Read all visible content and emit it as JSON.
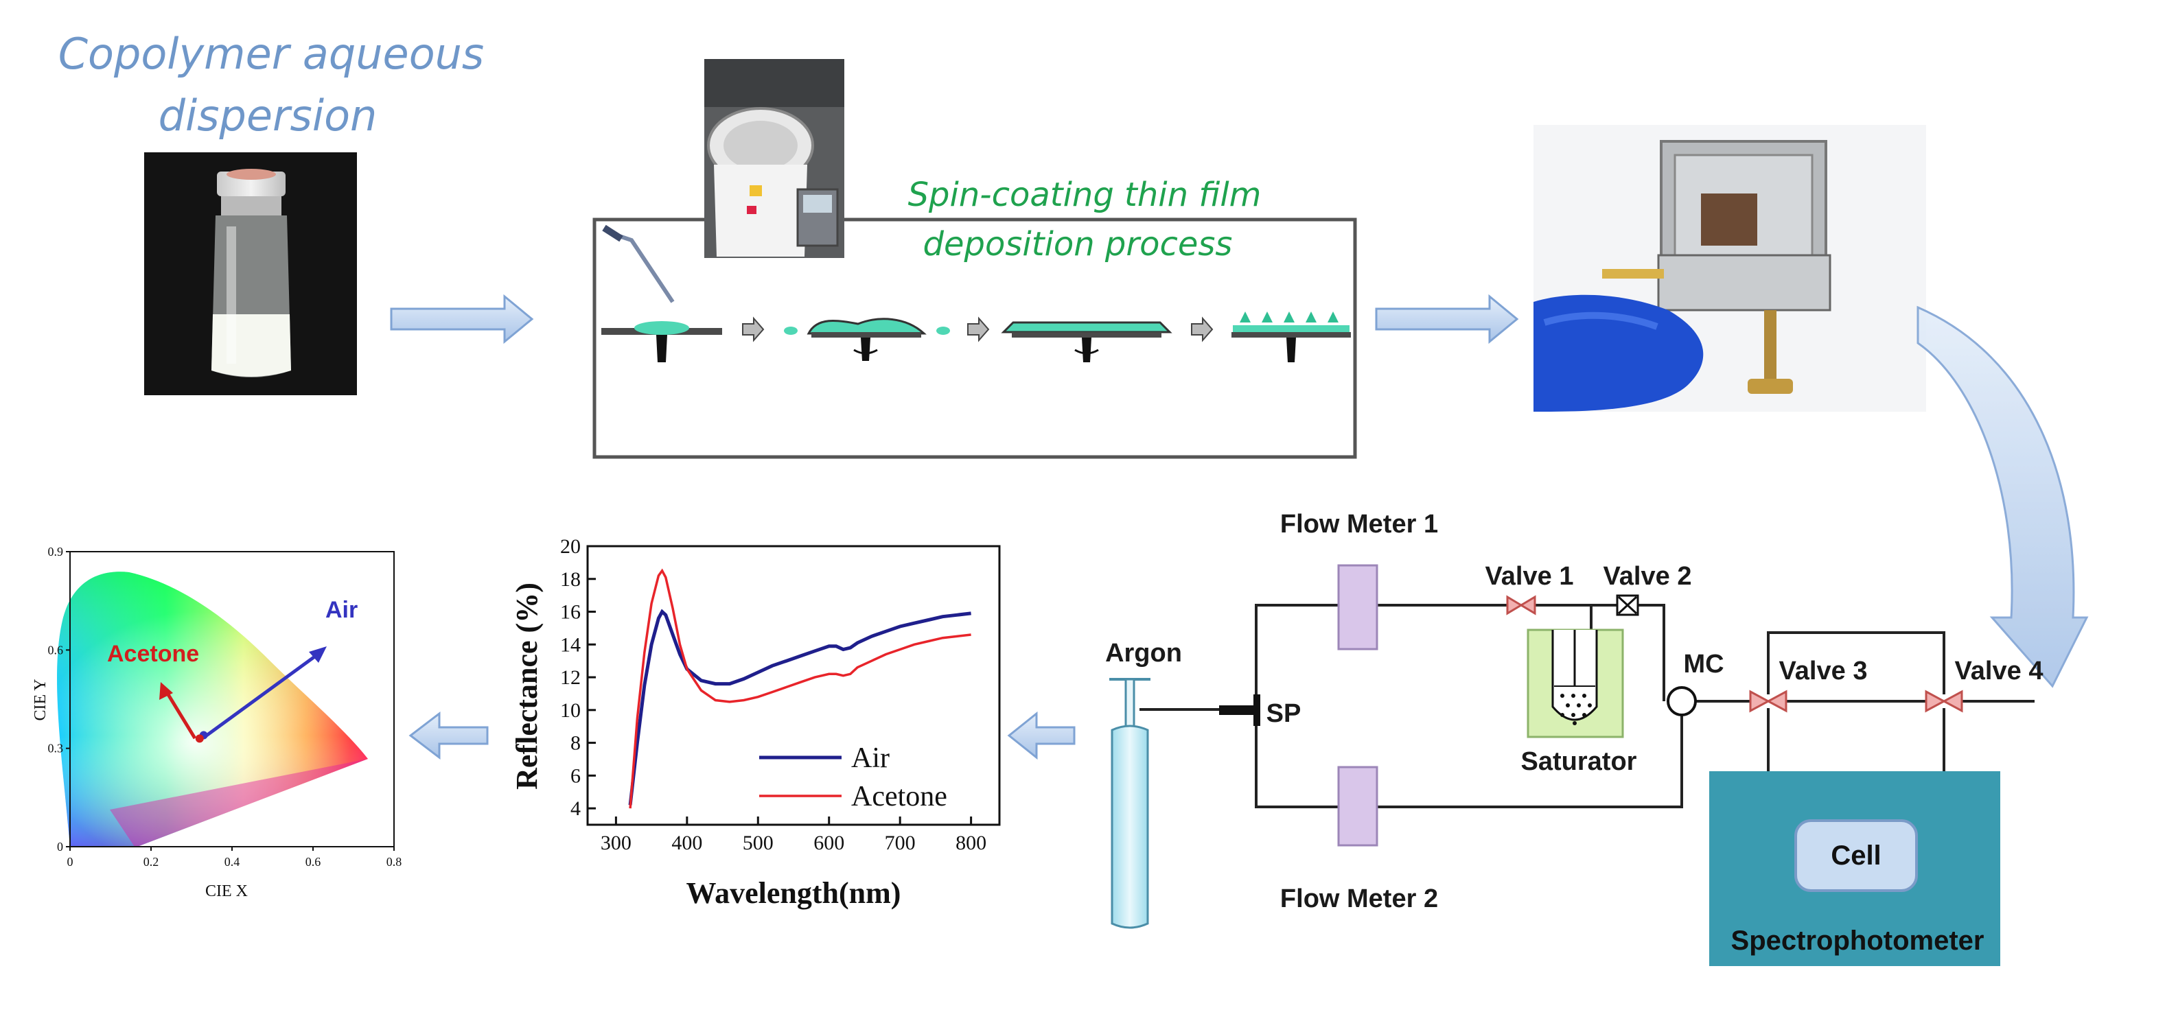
{
  "titles": {
    "dispersion_line1": "Copolymer aqueous",
    "dispersion_line2": "dispersion",
    "spin_line1": "Spin-coating thin film",
    "spin_line2": "deposition process"
  },
  "setup": {
    "flow_meter_1": "Flow Meter 1",
    "flow_meter_2": "Flow Meter 2",
    "valve_1": "Valve 1",
    "valve_2": "Valve 2",
    "valve_3": "Valve 3",
    "valve_4": "Valve 4",
    "argon": "Argon",
    "sp": "SP",
    "mc": "MC",
    "saturator": "Saturator",
    "cell": "Cell",
    "spectrophotometer": "Spectrophotometer"
  },
  "colors": {
    "arrow_fill": "#c5d8f0",
    "arrow_stroke": "#7fa3d4",
    "air": "#1f1f8c",
    "acetone": "#e8242a",
    "spectro": "#3a9bb0",
    "cell": "#c9dcf2",
    "flow_meter": "#d9c6ea",
    "saturator": "#d8f0b4"
  },
  "chart_data": [
    {
      "type": "line",
      "title": "",
      "xlabel": "Wavelength(nm)",
      "ylabel": "Reflectance (%)",
      "xlim": [
        260,
        840
      ],
      "ylim": [
        3,
        20
      ],
      "xticks": [
        300,
        400,
        500,
        600,
        700,
        800
      ],
      "yticks": [
        4,
        6,
        8,
        10,
        12,
        14,
        16,
        18,
        20
      ],
      "legend": "bottom-right",
      "series": [
        {
          "name": "Air",
          "color": "#1f1f8c",
          "x": [
            320,
            330,
            340,
            350,
            360,
            365,
            370,
            380,
            390,
            400,
            420,
            440,
            460,
            480,
            500,
            520,
            540,
            560,
            580,
            600,
            610,
            620,
            630,
            640,
            660,
            680,
            700,
            720,
            740,
            760,
            780,
            800
          ],
          "y": [
            4.2,
            8.0,
            11.5,
            14.0,
            15.6,
            16.0,
            15.8,
            14.6,
            13.4,
            12.5,
            11.8,
            11.6,
            11.6,
            11.9,
            12.3,
            12.7,
            13.0,
            13.3,
            13.6,
            13.9,
            13.9,
            13.7,
            13.8,
            14.1,
            14.5,
            14.8,
            15.1,
            15.3,
            15.5,
            15.7,
            15.8,
            15.9
          ]
        },
        {
          "name": "Acetone",
          "color": "#e8242a",
          "x": [
            320,
            330,
            340,
            350,
            360,
            365,
            370,
            380,
            390,
            400,
            420,
            440,
            460,
            480,
            500,
            520,
            540,
            560,
            580,
            600,
            610,
            620,
            630,
            640,
            660,
            680,
            700,
            720,
            740,
            760,
            780,
            800
          ],
          "y": [
            4.0,
            9.5,
            13.5,
            16.5,
            18.2,
            18.5,
            18.1,
            16.2,
            14.0,
            12.5,
            11.2,
            10.6,
            10.5,
            10.6,
            10.8,
            11.1,
            11.4,
            11.7,
            12.0,
            12.2,
            12.2,
            12.1,
            12.2,
            12.6,
            13.0,
            13.4,
            13.7,
            14.0,
            14.2,
            14.4,
            14.5,
            14.6
          ]
        }
      ]
    },
    {
      "type": "scatter",
      "title": "",
      "xlabel": "CIE X",
      "ylabel": "CIE Y",
      "xlim": [
        0,
        0.8
      ],
      "ylim": [
        0,
        0.9
      ],
      "xticks": [
        "0",
        "0.2",
        "0.4",
        "0.6",
        "0.8"
      ],
      "yticks": [
        "0",
        "0.3",
        "0.6",
        "0.9"
      ],
      "xtick_values": [
        0,
        0.2,
        0.4,
        0.6,
        0.8
      ],
      "ytick_values": [
        0,
        0.3,
        0.6,
        0.9
      ],
      "series": [
        {
          "name": "Air",
          "color": "#3434c0",
          "x": [
            0.33
          ],
          "y": [
            0.34
          ]
        },
        {
          "name": "Acetone",
          "color": "#d21e1e",
          "x": [
            0.32
          ],
          "y": [
            0.33
          ]
        }
      ],
      "annotations": [
        "Air",
        "Acetone"
      ]
    }
  ]
}
